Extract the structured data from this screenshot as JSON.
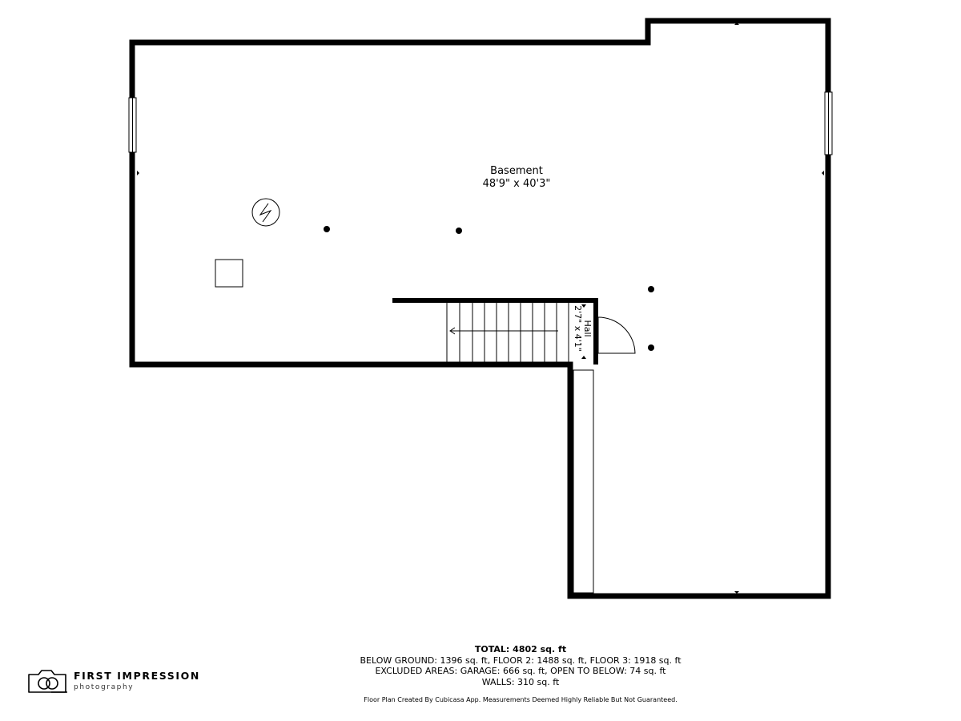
{
  "rooms": {
    "basement": {
      "name": "Basement",
      "dimensions": "48'9\" x 40'3\""
    },
    "hall": {
      "name": "Hall",
      "dimensions": "2'7\" x 4'1\""
    }
  },
  "summary": {
    "total": "TOTAL: 4802 sq. ft",
    "below_ground": "BELOW GROUND: 1396 sq. ft, FLOOR 2: 1488 sq. ft, FLOOR 3: 1918 sq. ft",
    "excluded": "EXCLUDED AREAS: GARAGE: 666 sq. ft, OPEN TO BELOW: 74 sq. ft",
    "walls": "WALLS: 310 sq. ft"
  },
  "disclaimer": "Floor Plan Created By Cubicasa App. Measurements Deemed Highly Reliable But Not Guaranteed.",
  "logo": {
    "name": "FIRST IMPRESSION",
    "subtitle": "photography",
    "icon": "camera-icon"
  },
  "colors": {
    "wall": "#000000",
    "background": "#ffffff"
  }
}
